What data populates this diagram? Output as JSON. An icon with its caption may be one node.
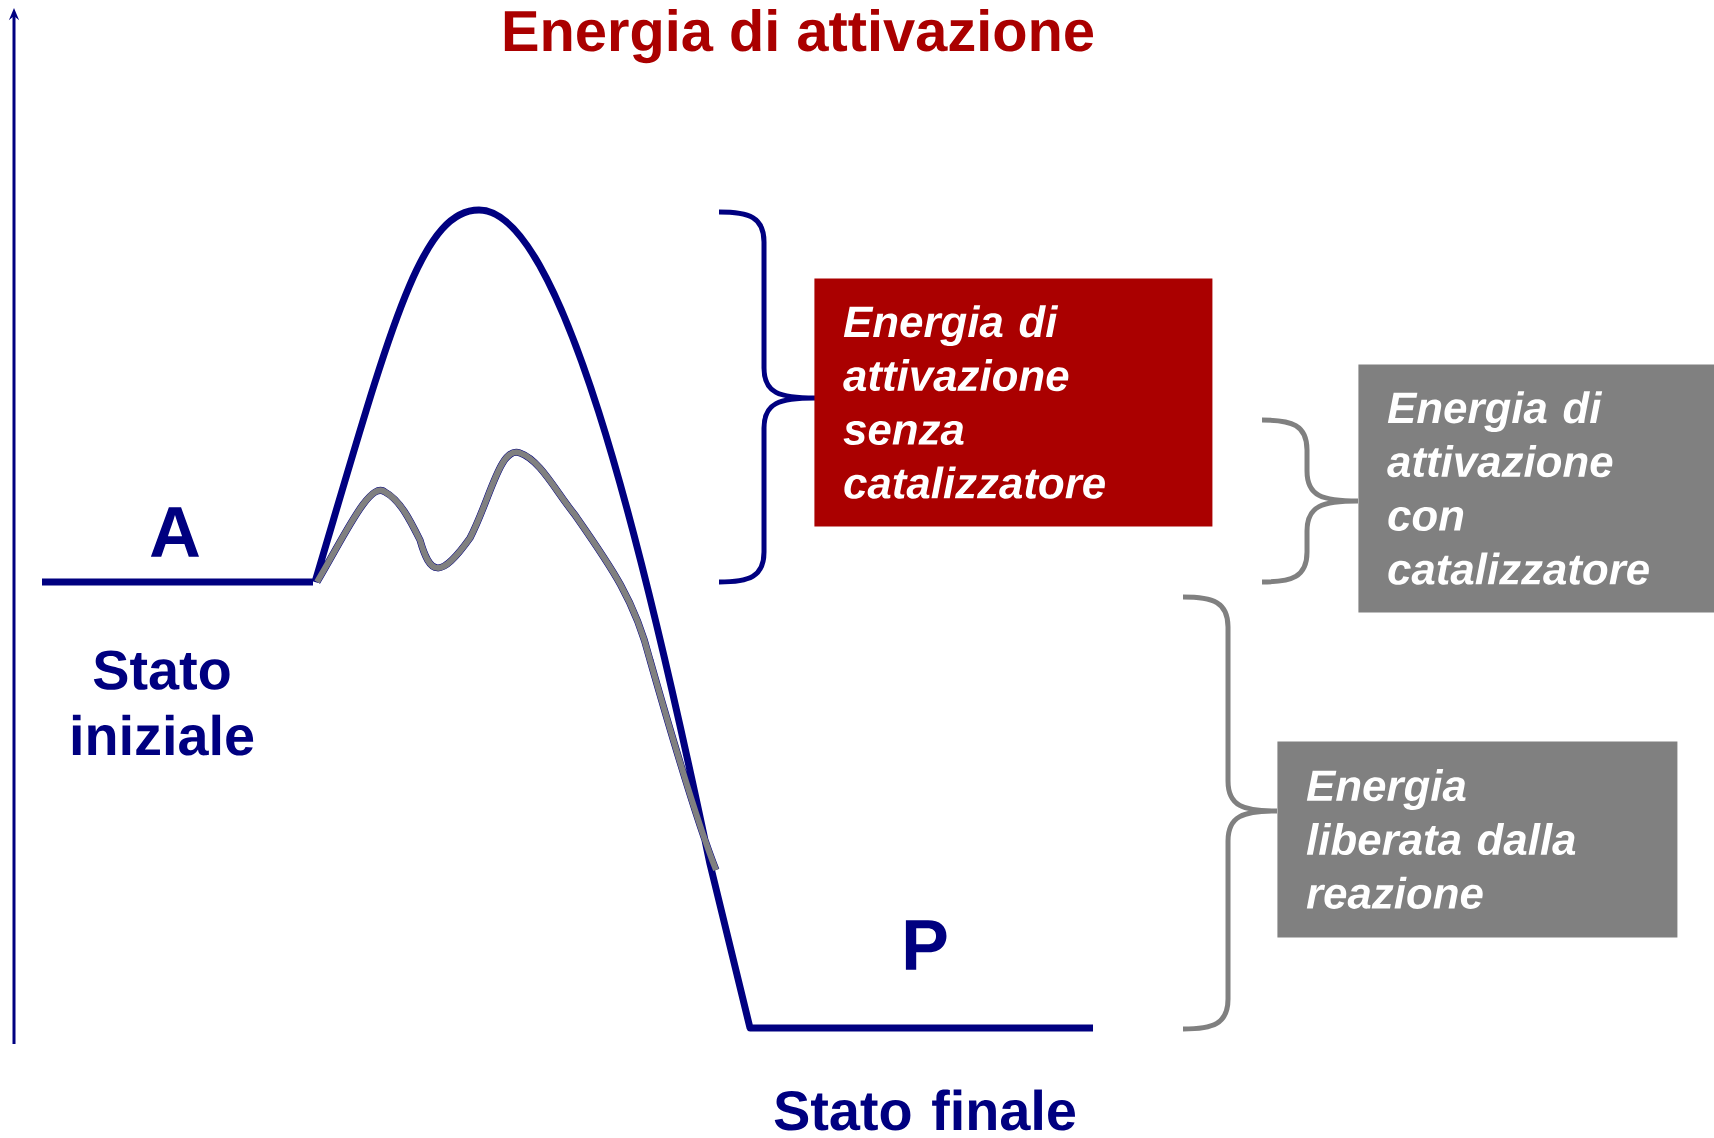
{
  "diagram": {
    "title": "Energia di attivazione",
    "nodes": [
      {
        "text": [
          "Energia di attivazione senza catalizzatore"
        ]
      },
      {
        "text": [
          "Energia di attivazione con catalizzatore"
        ]
      },
      {
        "text": [
          "Energia liberata dalla reazione"
        ]
      }
    ],
    "labels": [
      "A",
      "Stato iniziale",
      "P",
      "Stato finale"
    ]
  }
}
